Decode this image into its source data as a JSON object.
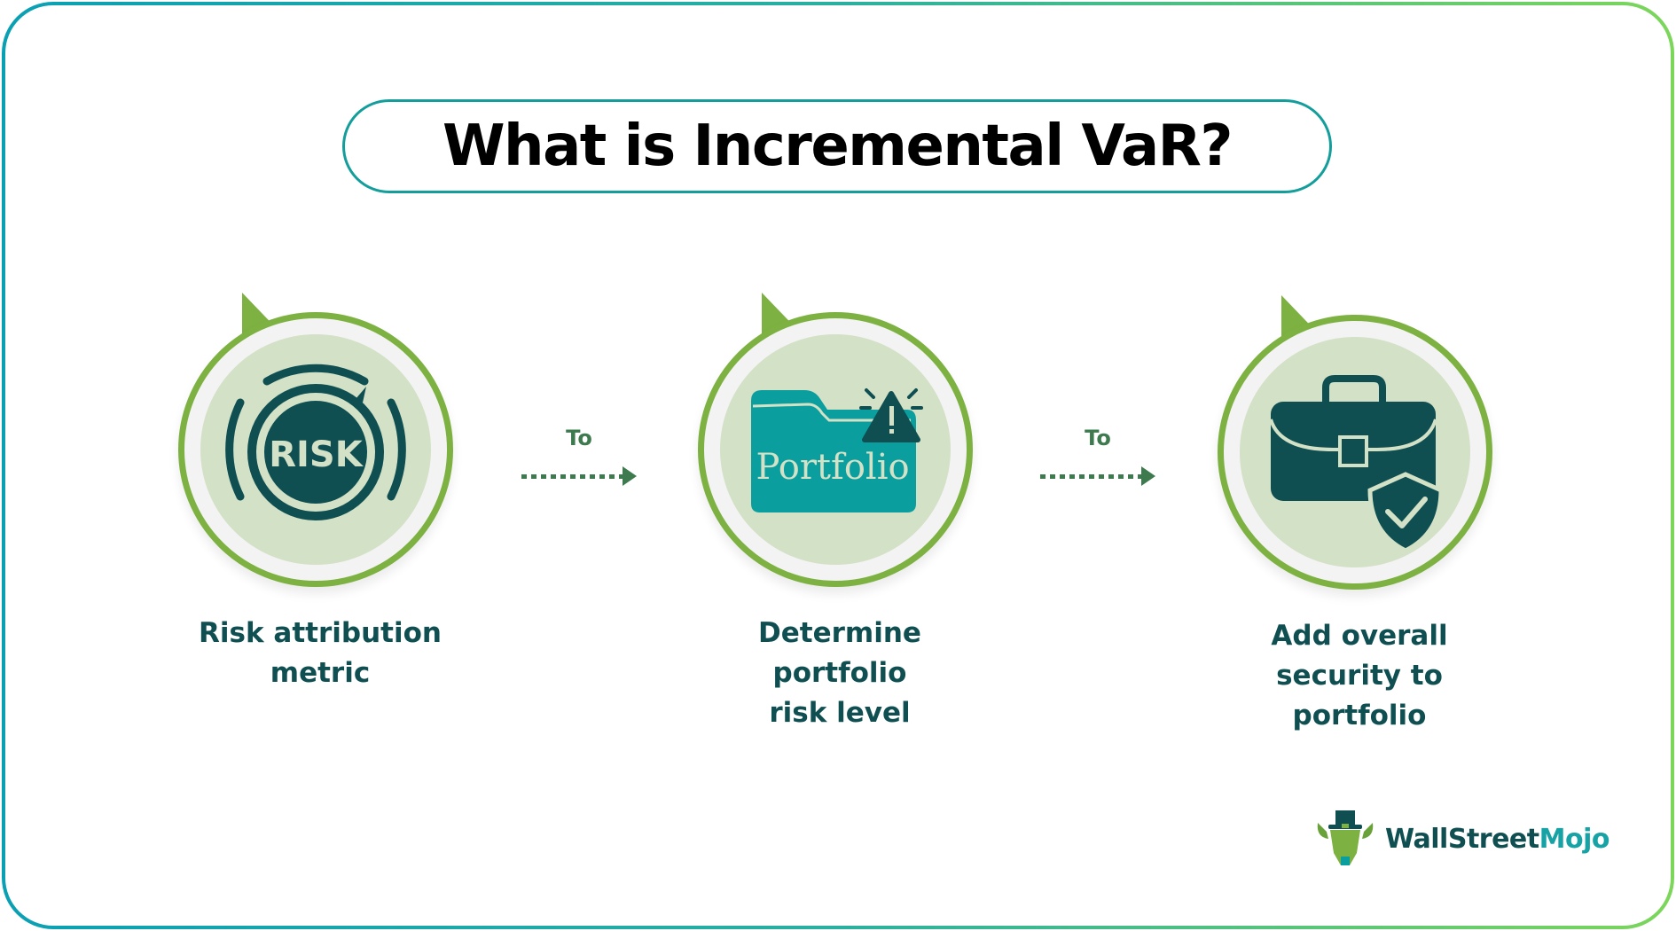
{
  "title": "What is Incremental VaR?",
  "steps": [
    {
      "icon": "risk-dial-icon",
      "icon_text": "RISK",
      "label_line1": "Risk attribution",
      "label_line2": "metric"
    },
    {
      "icon": "portfolio-folder-warning-icon",
      "icon_text": "Portfolio",
      "label_line1": "Determine portfolio",
      "label_line2": "risk level"
    },
    {
      "icon": "briefcase-shield-icon",
      "icon_text": "",
      "label_line1": "Add overall",
      "label_line2": "security to portfolio"
    }
  ],
  "connectors": [
    {
      "label": "To"
    },
    {
      "label": "To"
    }
  ],
  "logo": {
    "part1": "WallStreet",
    "part2": "Mojo"
  },
  "colors": {
    "ring": "#7db142",
    "icon_dark": "#0f4f52",
    "folder": "#0a9e9f",
    "inner_bg": "#d3e1c7",
    "arrow": "#3d7a4e",
    "title_border": "#139e9c"
  }
}
